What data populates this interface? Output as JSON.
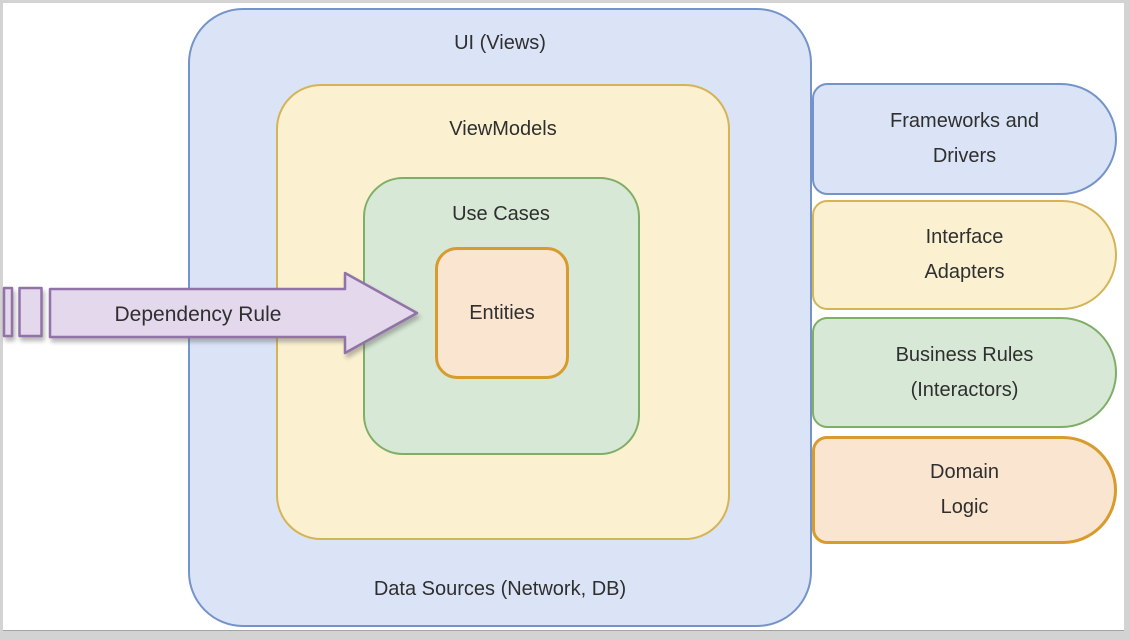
{
  "colors": {
    "blue_fill": "#dbe4f7",
    "blue_stroke": "#7494c9",
    "yellow_fill": "#fbf1d0",
    "yellow_stroke": "#d4b456",
    "green_fill": "#d7e8d6",
    "green_stroke": "#7fae66",
    "orange_fill": "#fae6d0",
    "orange_stroke": "#d79b2e",
    "purple_fill": "#e3d8ec",
    "purple_stroke": "#9173a8",
    "text": "#2f2f2f",
    "frame_gray": "#d3d3d3",
    "canvas_white": "#ffffff"
  },
  "layers": {
    "ui_views": {
      "label": "UI (Views)"
    },
    "viewmodels": {
      "label": "ViewModels"
    },
    "use_cases": {
      "label": "Use Cases"
    },
    "entities": {
      "label": "Entities"
    },
    "data_sources": {
      "label": "Data Sources (Network, DB)"
    }
  },
  "dependency_arrow": {
    "label": "Dependency Rule"
  },
  "legend": {
    "items": [
      {
        "id": "frameworks-and-drivers",
        "color": "blue",
        "lines": [
          "Frameworks and",
          "Drivers"
        ]
      },
      {
        "id": "interface-adapters",
        "color": "yellow",
        "lines": [
          "Interface",
          "Adapters"
        ]
      },
      {
        "id": "business-rules",
        "color": "green",
        "lines": [
          "Business Rules",
          "(Interactors)"
        ]
      },
      {
        "id": "domain-logic",
        "color": "orange",
        "lines": [
          "Domain",
          "Logic"
        ]
      }
    ]
  }
}
